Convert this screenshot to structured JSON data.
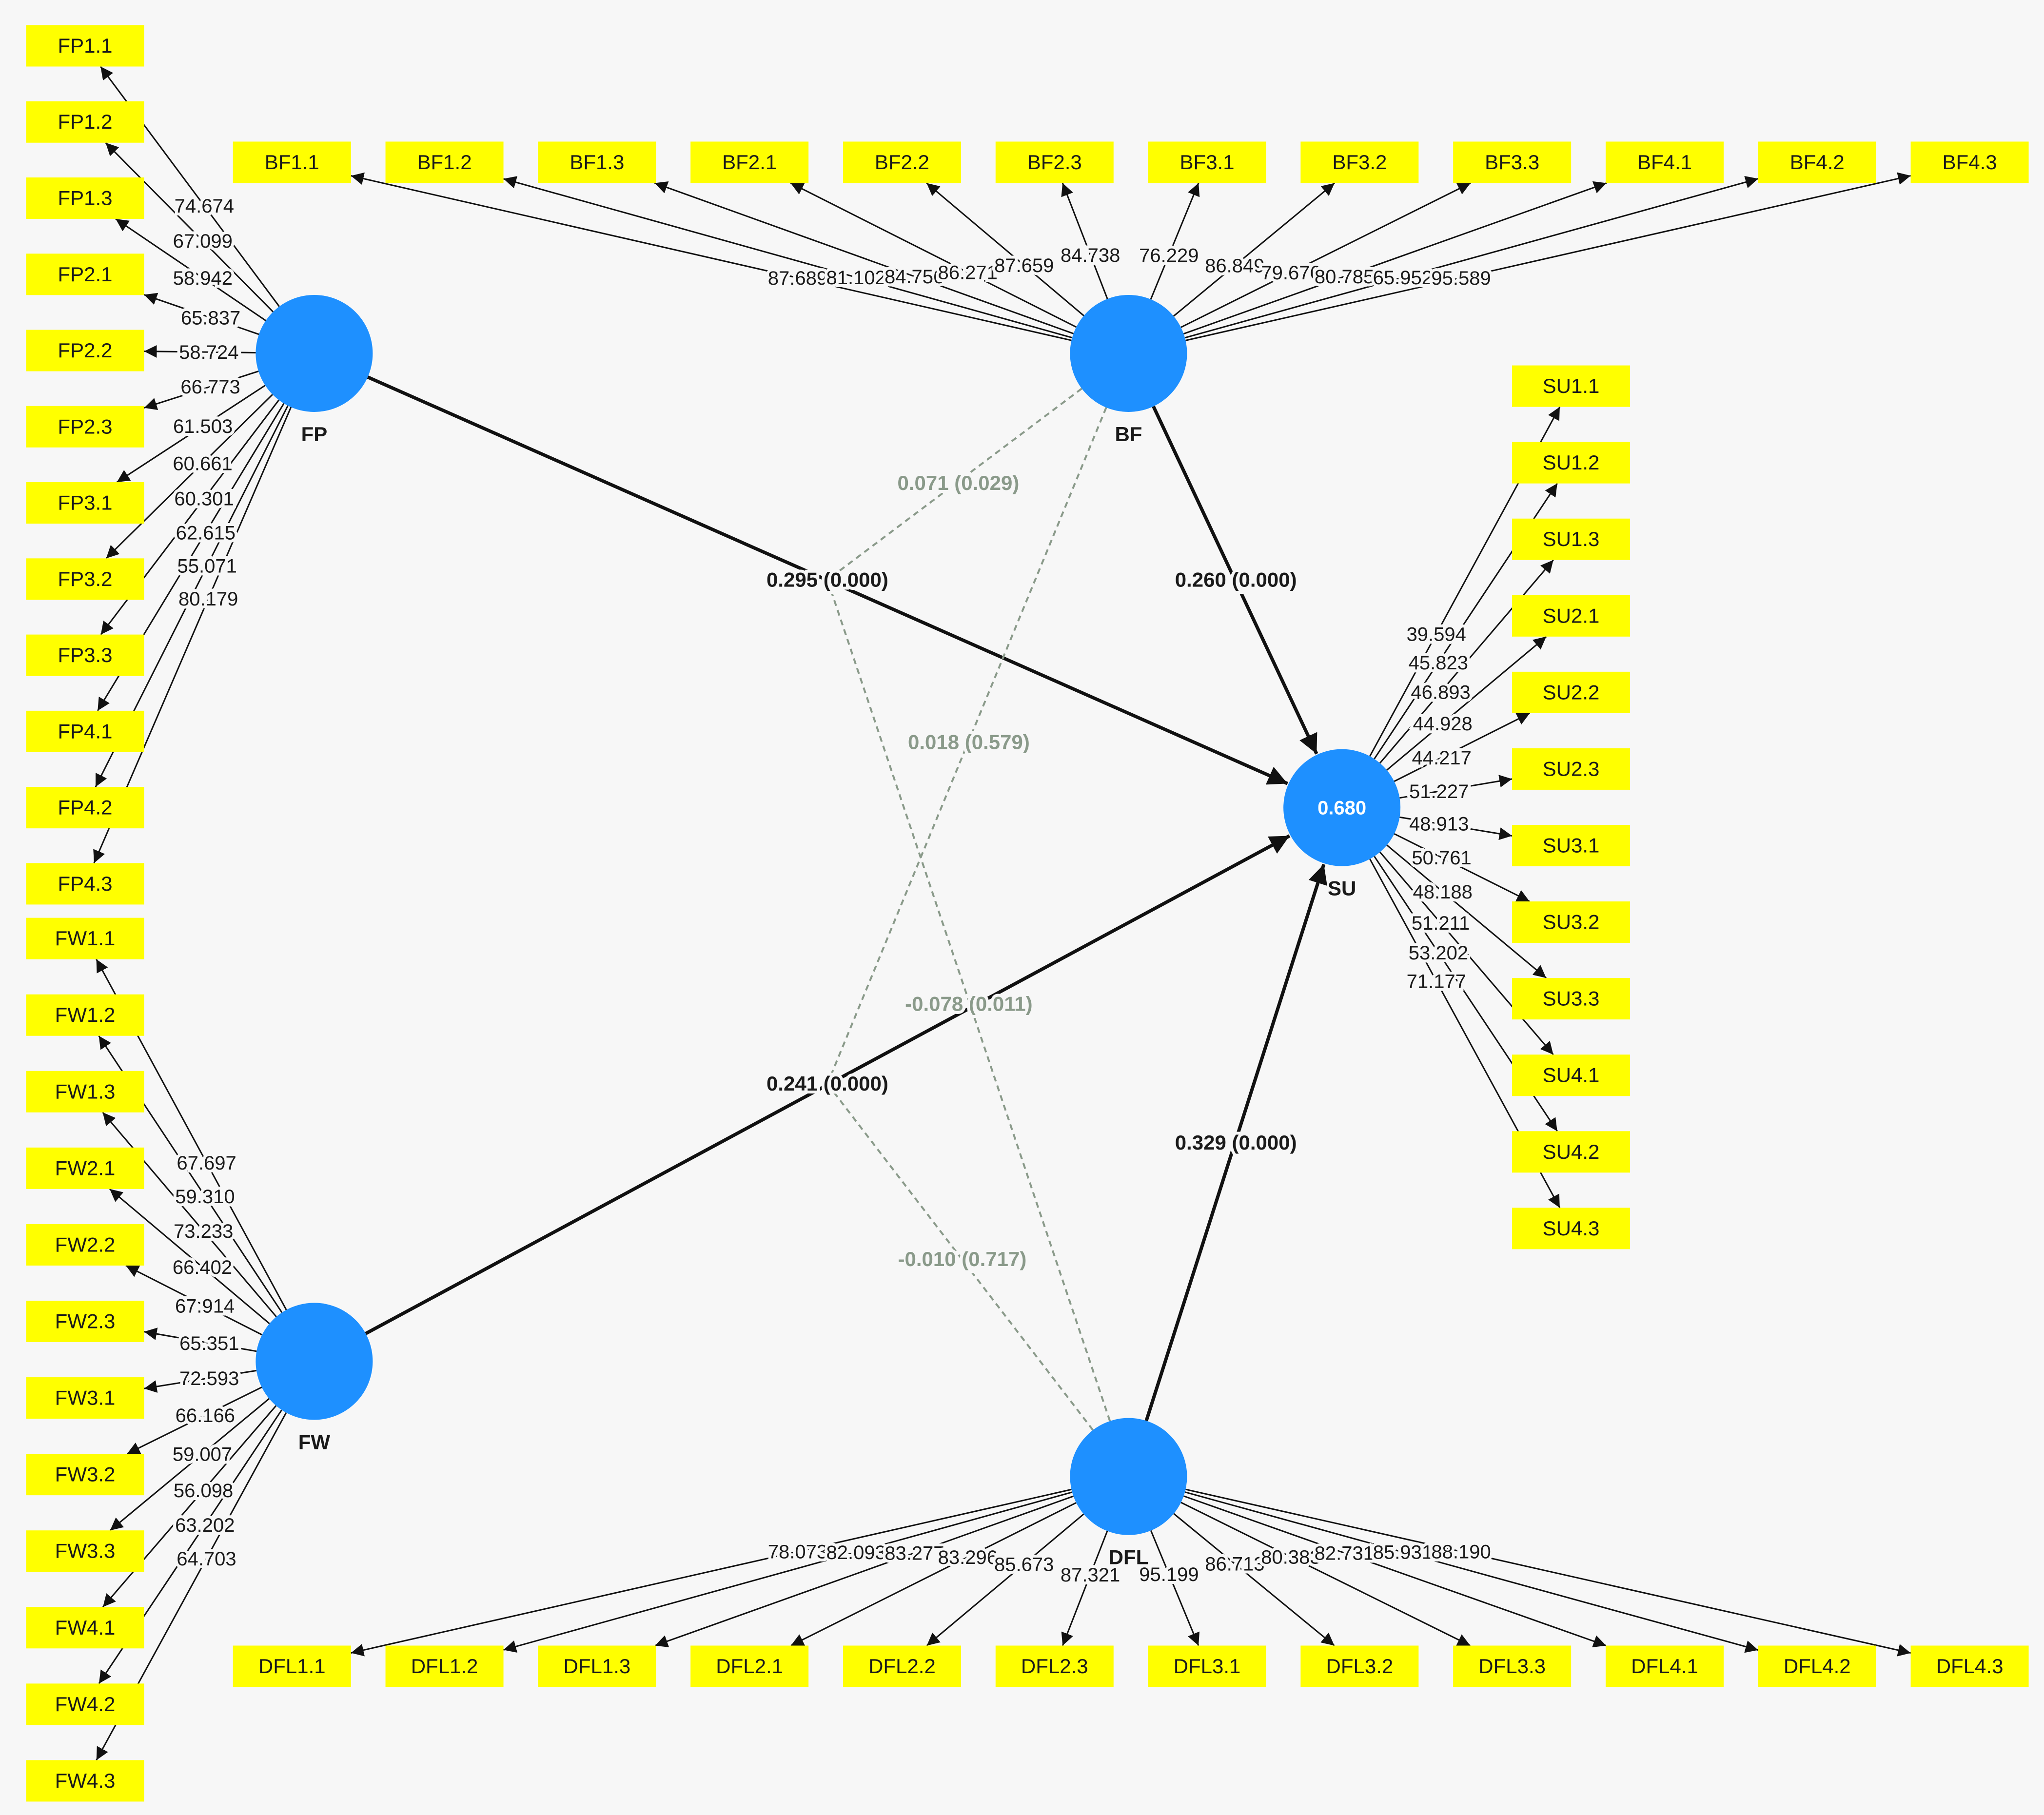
{
  "colors": {
    "latent_fill": "#1e90ff",
    "indicator_fill": "#ffff00",
    "path_stroke": "#111111",
    "moderation_stroke": "#8a9a8a",
    "background": "#f7f7f7"
  },
  "latents": [
    {
      "id": "FP",
      "name": "FP",
      "r2": ""
    },
    {
      "id": "BF",
      "name": "BF",
      "r2": ""
    },
    {
      "id": "FW",
      "name": "FW",
      "r2": ""
    },
    {
      "id": "DFL",
      "name": "DFL",
      "r2": ""
    },
    {
      "id": "SU",
      "name": "SU",
      "r2": "0.680"
    }
  ],
  "indicator_groups": [
    {
      "latent": "FP",
      "labels": [
        "FP1.1",
        "FP1.2",
        "FP1.3",
        "FP2.1",
        "FP2.2",
        "FP2.3",
        "FP3.1",
        "FP3.2",
        "FP3.3",
        "FP4.1",
        "FP4.2",
        "FP4.3"
      ],
      "loadings": [
        "74.674",
        "67.099",
        "58.942",
        "65.837",
        "58.724",
        "66.773",
        "61.503",
        "60.661",
        "60.301",
        "62.615",
        "55.071",
        "80.179"
      ]
    },
    {
      "latent": "FW",
      "labels": [
        "FW1.1",
        "FW1.2",
        "FW1.3",
        "FW2.1",
        "FW2.2",
        "FW2.3",
        "FW3.1",
        "FW3.2",
        "FW3.3",
        "FW4.1",
        "FW4.2",
        "FW4.3"
      ],
      "loadings": [
        "67.697",
        "59.310",
        "73.233",
        "66.402",
        "67.914",
        "65.351",
        "72.593",
        "66.166",
        "59.007",
        "56.098",
        "63.202",
        "64.703"
      ]
    },
    {
      "latent": "BF",
      "labels": [
        "BF1.1",
        "BF1.2",
        "BF1.3",
        "BF2.1",
        "BF2.2",
        "BF2.3",
        "BF3.1",
        "BF3.2",
        "BF3.3",
        "BF4.1",
        "BF4.2",
        "BF4.3"
      ],
      "loadings": [
        "87.689",
        "81.102",
        "84.756",
        "86.271",
        "87.659",
        "84.738",
        "76.229",
        "86.849",
        "79.676",
        "80.785",
        "65.952",
        "95.589"
      ]
    },
    {
      "latent": "DFL",
      "labels": [
        "DFL1.1",
        "DFL1.2",
        "DFL1.3",
        "DFL2.1",
        "DFL2.2",
        "DFL2.3",
        "DFL3.1",
        "DFL3.2",
        "DFL3.3",
        "DFL4.1",
        "DFL4.2",
        "DFL4.3"
      ],
      "loadings": [
        "78.073",
        "82.093",
        "83.277",
        "83.296",
        "85.673",
        "87.321",
        "95.199",
        "86.713",
        "80.383",
        "82.731",
        "85.931",
        "88.190"
      ]
    },
    {
      "latent": "SU",
      "labels": [
        "SU1.1",
        "SU1.2",
        "SU1.3",
        "SU2.1",
        "SU2.2",
        "SU2.3",
        "SU3.1",
        "SU3.2",
        "SU3.3",
        "SU4.1",
        "SU4.2",
        "SU4.3"
      ],
      "loadings": [
        "39.594",
        "45.823",
        "46.893",
        "44.928",
        "44.217",
        "51.227",
        "48.913",
        "50.761",
        "48.188",
        "51.211",
        "53.202",
        "71.177"
      ]
    }
  ],
  "paths": [
    {
      "from": "FP",
      "to": "SU",
      "label": "0.295 (0.000)"
    },
    {
      "from": "BF",
      "to": "SU",
      "label": "0.260 (0.000)"
    },
    {
      "from": "FW",
      "to": "SU",
      "label": "0.241 (0.000)"
    },
    {
      "from": "DFL",
      "to": "SU",
      "label": "0.329 (0.000)"
    }
  ],
  "moderations": [
    {
      "from": "BF",
      "to_path": "FP->SU",
      "label": "0.071 (0.029)"
    },
    {
      "from": "BF",
      "to_path": "FW->SU",
      "label": "0.018 (0.579)"
    },
    {
      "from": "DFL",
      "to_path": "FP->SU",
      "label": "-0.078 (0.011)"
    },
    {
      "from": "DFL",
      "to_path": "FW->SU",
      "label": "-0.010 (0.717)"
    }
  ]
}
